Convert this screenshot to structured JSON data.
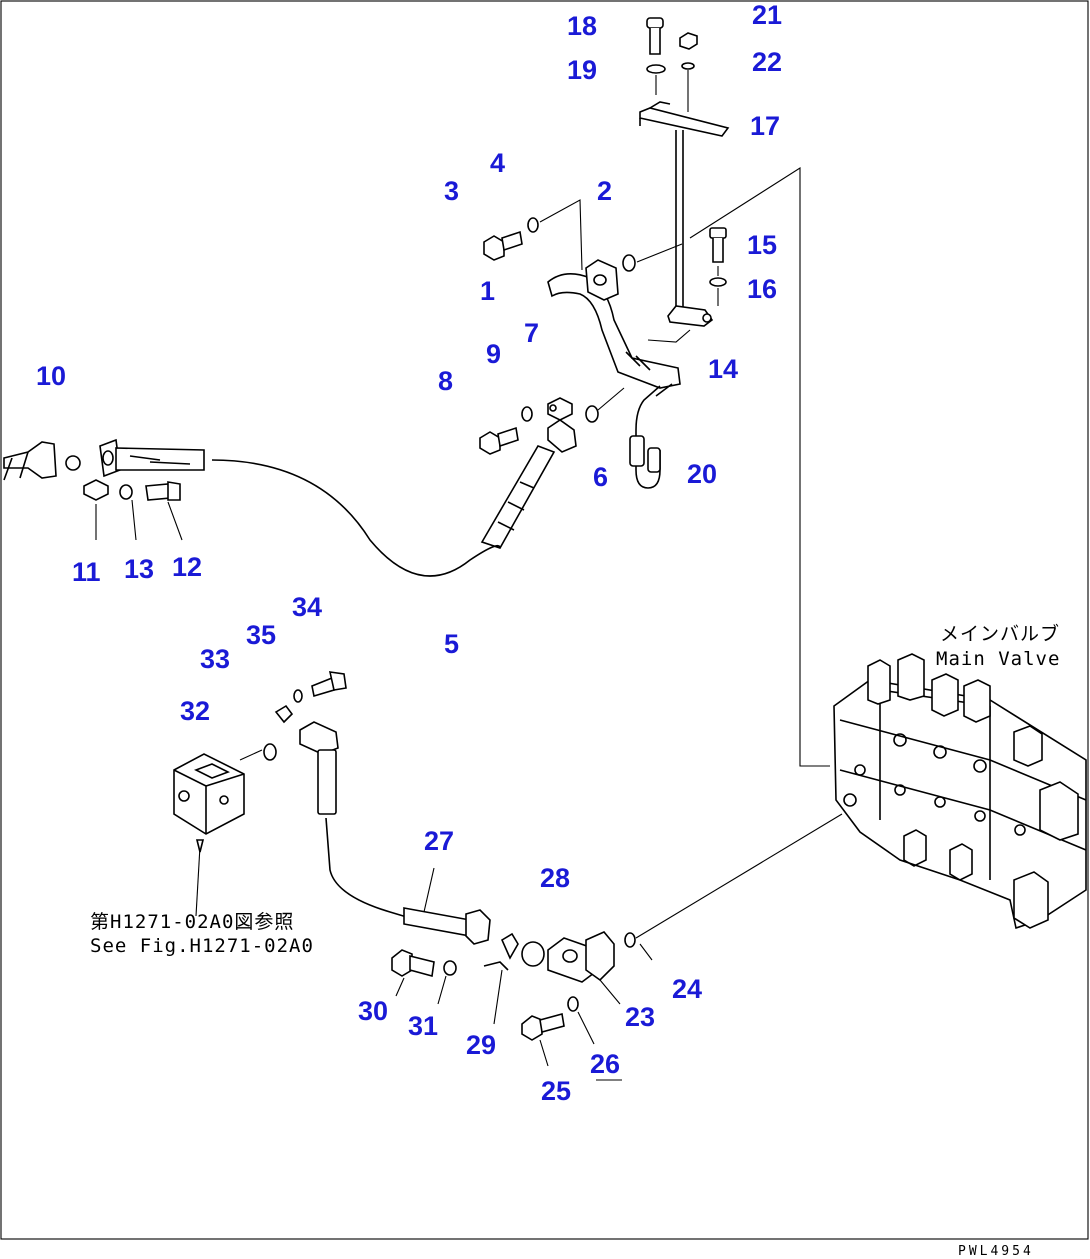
{
  "diagram": {
    "callouts": [
      "1",
      "2",
      "3",
      "4",
      "5",
      "6",
      "7",
      "8",
      "9",
      "10",
      "11",
      "12",
      "13",
      "14",
      "15",
      "16",
      "17",
      "18",
      "19",
      "20",
      "21",
      "22",
      "23",
      "24",
      "25",
      "26",
      "27",
      "28",
      "29",
      "30",
      "31",
      "32",
      "33",
      "34",
      "35"
    ],
    "notes": {
      "main_valve_jp": "メインバルブ",
      "main_valve_en": "Main Valve",
      "ref_jp": "第H1271-02A0図参照",
      "ref_en": "See Fig.H1271-02A0"
    },
    "drawing_code": "PWL4954"
  }
}
